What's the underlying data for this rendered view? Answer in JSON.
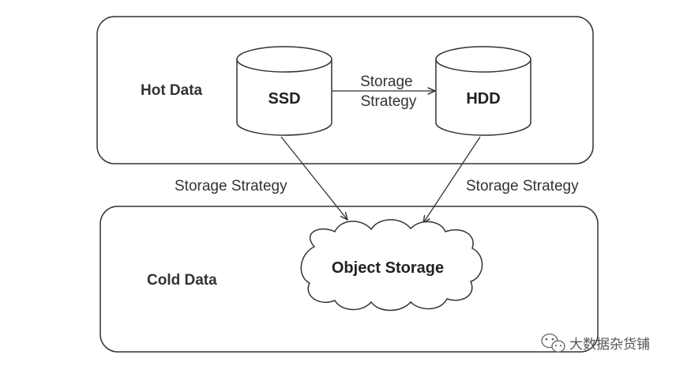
{
  "zones": {
    "hot": {
      "label": "Hot Data"
    },
    "cold": {
      "label": "Cold Data"
    }
  },
  "nodes": {
    "ssd": {
      "label": "SSD"
    },
    "hdd": {
      "label": "HDD"
    },
    "object_storage": {
      "label": "Object Storage"
    }
  },
  "edges": {
    "ssd_to_hdd": {
      "line1": "Storage",
      "line2": "Strategy"
    },
    "ssd_to_object": {
      "label": "Storage Strategy"
    },
    "hdd_to_object": {
      "label": "Storage Strategy"
    }
  },
  "watermark": {
    "text": "大数据杂货铺",
    "icon": "wechat-icon"
  },
  "colors": {
    "stroke": "#333333",
    "text": "#333333",
    "background": "#ffffff"
  }
}
